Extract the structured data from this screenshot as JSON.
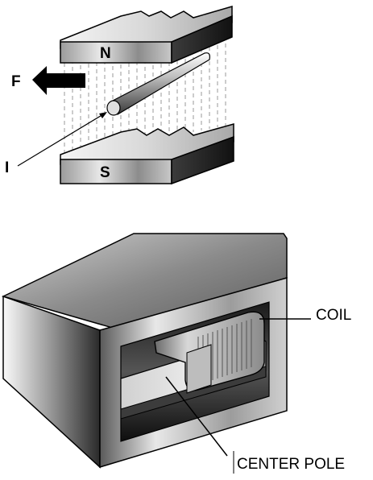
{
  "top_figure": {
    "north_label": "N",
    "south_label": "S",
    "force_label": "F",
    "current_label": "I"
  },
  "bottom_figure": {
    "coil_label": "COIL",
    "center_pole_label": "CENTER POLE"
  },
  "colors": {
    "ink": "#000000",
    "background": "#ffffff"
  }
}
